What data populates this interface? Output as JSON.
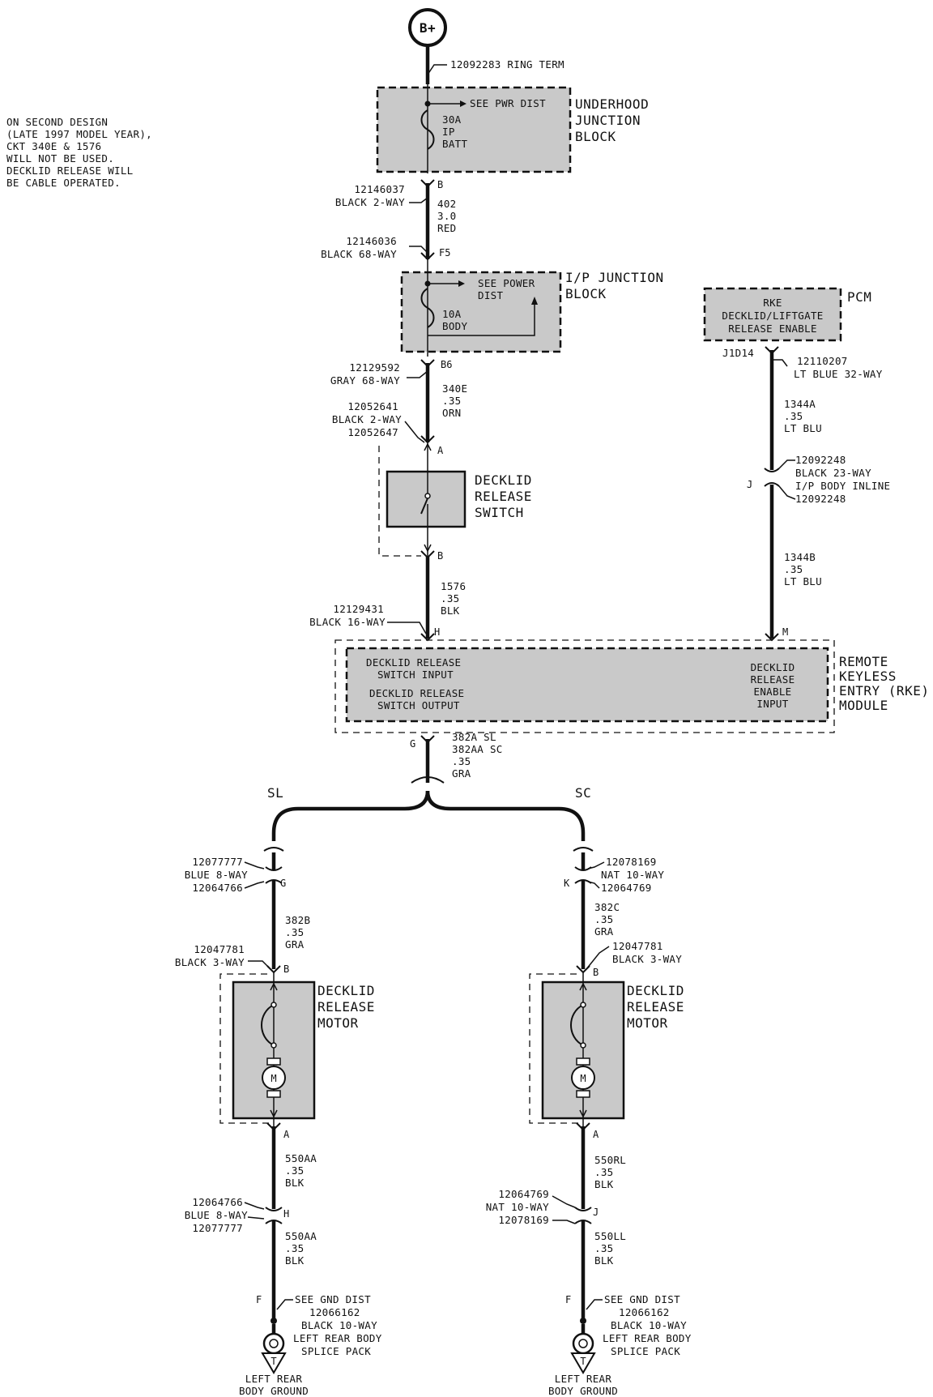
{
  "note": {
    "lines": [
      "ON SECOND DESIGN",
      "(LATE 1997 MODEL YEAR),",
      "CKT 340E & 1576",
      "WILL NOT BE USED.",
      "DECKLID RELEASE WILL",
      "BE CABLE OPERATED."
    ]
  },
  "battery": {
    "label": "B+",
    "ring_term": "12092283  RING TERM"
  },
  "underhood": {
    "see": "SEE PWR DIST",
    "fuse": [
      "30A",
      "IP",
      "BATT"
    ],
    "name": [
      "UNDERHOOD",
      "JUNCTION",
      "BLOCK"
    ],
    "conn_top": [
      "12146037",
      "BLACK 2-WAY"
    ],
    "pin_b": "B",
    "wire": [
      "402",
      "3.0",
      "RED"
    ],
    "conn_bottom": [
      "12146036",
      "BLACK 68-WAY"
    ],
    "pin_f5": "F5"
  },
  "ip_block": {
    "see": [
      "SEE POWER",
      "DIST"
    ],
    "fuse": [
      "10A",
      "BODY"
    ],
    "name": [
      "I/P JUNCTION",
      "BLOCK"
    ],
    "conn": [
      "12129592",
      "GRAY 68-WAY"
    ],
    "pin": "B6",
    "wire": [
      "340E",
      ".35",
      "ORN"
    ],
    "switch_conn": [
      "12052641",
      "BLACK 2-WAY",
      "12052647"
    ],
    "pin_a": "A"
  },
  "switch": {
    "name": [
      "DECKLID",
      "RELEASE",
      "SWITCH"
    ],
    "pin_b": "B",
    "wire": [
      "1576",
      ".35",
      "BLK"
    ]
  },
  "pcm": {
    "box": [
      "RKE",
      "DECKLID/LIFTGATE",
      "RELEASE ENABLE"
    ],
    "name": "PCM",
    "pin": "J1D14",
    "conn": [
      "12110207",
      "LT BLUE 32-WAY"
    ],
    "wire_a": [
      "1344A",
      ".35",
      "LT BLU"
    ],
    "inline": [
      "12092248",
      "BLACK 23-WAY",
      "I/P BODY INLINE",
      "12092248"
    ],
    "pin_j": "J",
    "wire_b": [
      "1344B",
      ".35",
      "LT BLU"
    ]
  },
  "rke": {
    "conn": [
      "12129431",
      "BLACK 16-WAY"
    ],
    "pin_h": "H",
    "pin_m": "M",
    "inputs": [
      "DECKLID RELEASE",
      "SWITCH INPUT",
      "DECKLID RELEASE",
      "SWITCH OUTPUT"
    ],
    "enable": [
      "DECKLID",
      "RELEASE",
      "ENABLE",
      "INPUT"
    ],
    "name": [
      "REMOTE",
      "KEYLESS",
      "ENTRY (RKE)",
      "MODULE"
    ],
    "pin_g": "G",
    "wire": [
      "382A SL",
      "382AA SC",
      ".35",
      "GRA"
    ]
  },
  "branches": {
    "sl": "SL",
    "sc": "SC"
  },
  "left": {
    "conn1": [
      "12077777",
      "BLUE 8-WAY",
      "12064766"
    ],
    "pin1": "G",
    "wire1": [
      "382B",
      ".35",
      "GRA"
    ],
    "conn2": [
      "12047781",
      "BLACK 3-WAY"
    ],
    "pin_b": "B",
    "motor": [
      "DECKLID",
      "RELEASE",
      "MOTOR"
    ],
    "pin_a": "A",
    "wire2": [
      "550AA",
      ".35",
      "BLK"
    ],
    "conn3": [
      "12064766",
      "BLUE 8-WAY",
      "12077777"
    ],
    "pin_h": "H",
    "wire3": [
      "550AA",
      ".35",
      "BLK"
    ],
    "pin_f": "F",
    "gnd": [
      "SEE GND DIST",
      "12066162",
      "BLACK 10-WAY",
      "LEFT REAR BODY",
      "SPLICE PACK"
    ],
    "ground": [
      "LEFT REAR",
      "BODY GROUND"
    ]
  },
  "right": {
    "conn1": [
      "12078169",
      "NAT 10-WAY",
      "12064769"
    ],
    "pin1": "K",
    "wire1": [
      "382C",
      ".35",
      "GRA"
    ],
    "conn2": [
      "12047781",
      "BLACK 3-WAY"
    ],
    "pin_b": "B",
    "motor": [
      "DECKLID",
      "RELEASE",
      "MOTOR"
    ],
    "pin_a": "A",
    "wire2": [
      "550RL",
      ".35",
      "BLK"
    ],
    "conn3": [
      "12064769",
      "NAT 10-WAY",
      "12078169"
    ],
    "pin_j": "J",
    "wire3": [
      "550LL",
      ".35",
      "BLK"
    ],
    "pin_f": "F",
    "gnd": [
      "SEE GND DIST",
      "12066162",
      "BLACK 10-WAY",
      "LEFT REAR BODY",
      "SPLICE PACK"
    ],
    "ground": [
      "LEFT REAR",
      "BODY GROUND"
    ]
  }
}
